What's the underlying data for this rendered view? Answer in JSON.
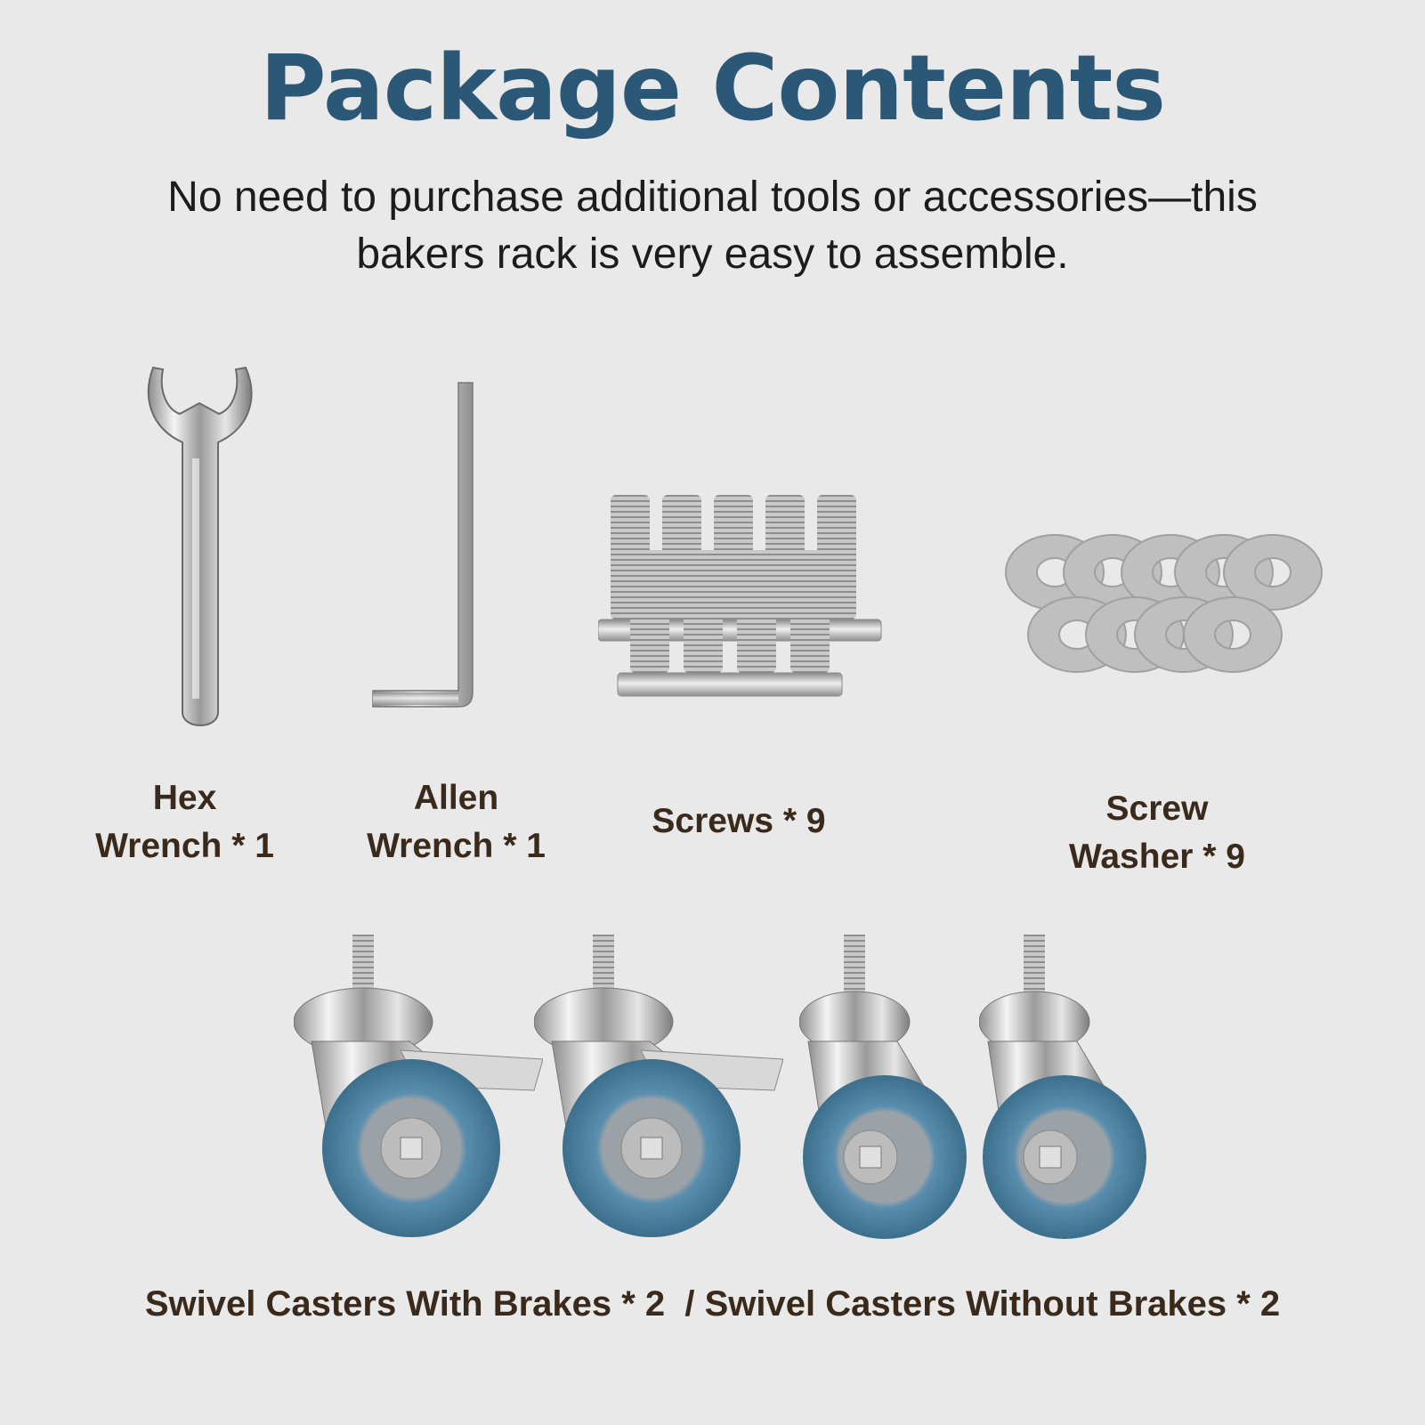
{
  "header": {
    "title": "Package Contents",
    "subtitle_line1": "No need to purchase additional tools or accessories—this",
    "subtitle_line2": "bakers rack is very easy to assemble."
  },
  "items": [
    {
      "line1": "Hex",
      "line2": "Wrench * 1",
      "icon": "hex-wrench-icon"
    },
    {
      "line1": "Allen",
      "line2": "Wrench * 1",
      "icon": "allen-wrench-icon"
    },
    {
      "line1": "Screws * 9",
      "icon": "screws-icon"
    },
    {
      "line1": "Screw",
      "line2": "Washer * 9",
      "icon": "washers-icon"
    }
  ],
  "casters": {
    "label": "Swivel Casters With Brakes * 2  / Swivel Casters Without Brakes * 2",
    "icon": "caster-wheel-icon"
  },
  "colors": {
    "background": "#e9e9ea",
    "title": "#2c5878",
    "label": "#3a2a1c",
    "wheel": "#4f87a6"
  }
}
